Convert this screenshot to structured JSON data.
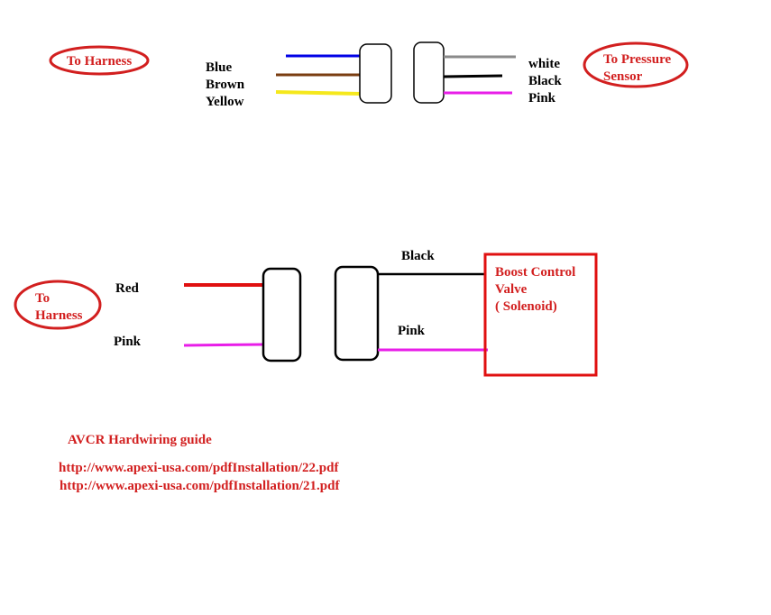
{
  "top_section": {
    "left_oval": "To Harness",
    "right_oval_line1": "To Pressure",
    "right_oval_line2": "Sensor",
    "left_wires": [
      {
        "label": "Blue",
        "color": "#0000e6"
      },
      {
        "label": "Brown",
        "color": "#7a3d10"
      },
      {
        "label": "Yellow",
        "color": "#f5e81c"
      }
    ],
    "right_wires": [
      {
        "label": "white",
        "color": "#8a8a8a"
      },
      {
        "label": "Black",
        "color": "#000000"
      },
      {
        "label": "Pink",
        "color": "#e81ee8"
      }
    ]
  },
  "bottom_section": {
    "left_oval_line1": "To",
    "left_oval_line2": "Harness",
    "left_wires": [
      {
        "label": "Red",
        "color": "#e01010"
      },
      {
        "label": "Pink",
        "color": "#e81ee8"
      }
    ],
    "right_wires": [
      {
        "label": "Black",
        "color": "#000000"
      },
      {
        "label": "Pink",
        "color": "#e81ee8"
      }
    ],
    "valve_line1": "Boost Control",
    "valve_line2": "Valve",
    "valve_line3": "( Solenoid)"
  },
  "footer": {
    "title": "AVCR Hardwiring guide",
    "link1": "http://www.apexi-usa.com/pdfInstallation/22.pdf",
    "link2": "http://www.apexi-usa.com/pdfInstallation/21.pdf"
  },
  "colors": {
    "accent_red": "#d21f1f",
    "box_red": "#e01010"
  }
}
